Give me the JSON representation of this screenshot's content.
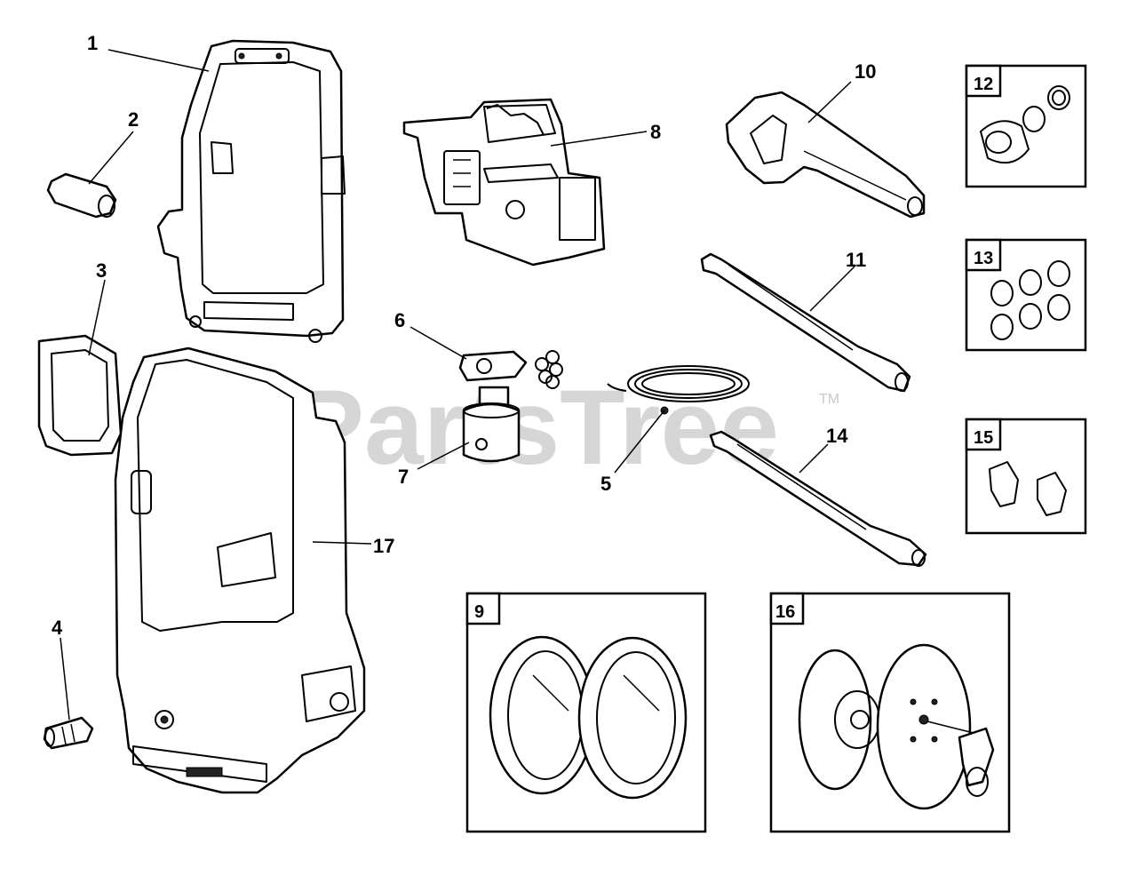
{
  "watermark": {
    "text": "PartsTree",
    "tm": "TM"
  },
  "callouts": [
    {
      "id": "p1",
      "label": "1"
    },
    {
      "id": "p2",
      "label": "2"
    },
    {
      "id": "p3",
      "label": "3"
    },
    {
      "id": "p4",
      "label": "4"
    },
    {
      "id": "p5",
      "label": "5"
    },
    {
      "id": "p6",
      "label": "6"
    },
    {
      "id": "p7",
      "label": "7"
    },
    {
      "id": "p8",
      "label": "8"
    },
    {
      "id": "p10",
      "label": "10"
    },
    {
      "id": "p11",
      "label": "11"
    },
    {
      "id": "p14",
      "label": "14"
    },
    {
      "id": "p17",
      "label": "17"
    }
  ],
  "boxes": [
    {
      "id": "b9",
      "label": "9"
    },
    {
      "id": "b12",
      "label": "12"
    },
    {
      "id": "b13",
      "label": "13"
    },
    {
      "id": "b15",
      "label": "15"
    },
    {
      "id": "b16",
      "label": "16"
    }
  ]
}
